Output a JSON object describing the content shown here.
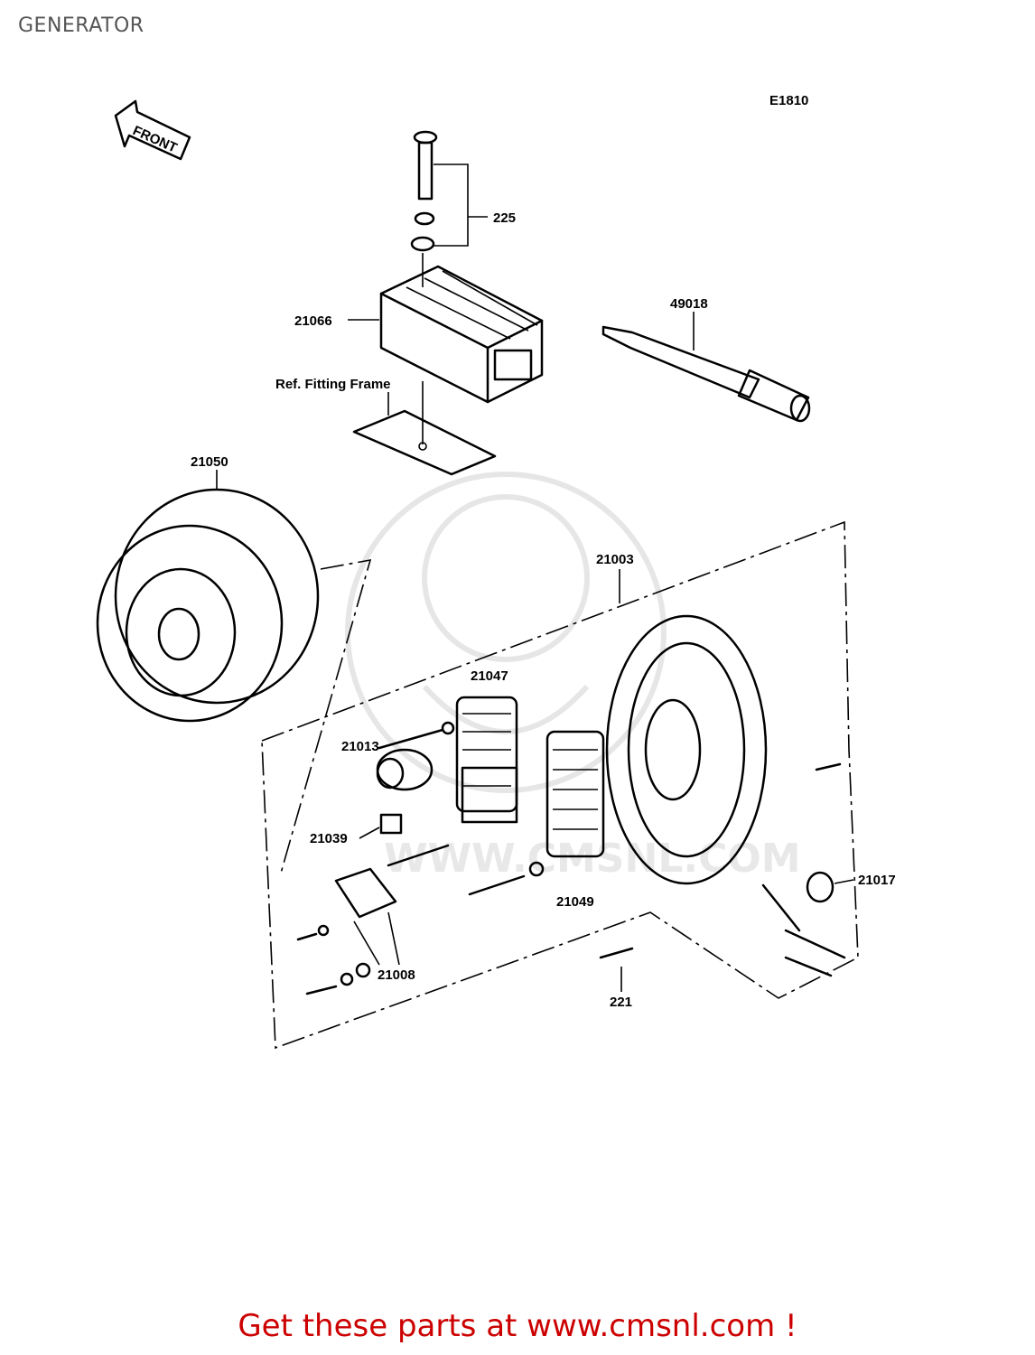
{
  "header": {
    "title": "GENERATOR"
  },
  "diagram": {
    "code": "E1810",
    "front": "FRONT",
    "ref_note": "Ref.  Fitting Frame",
    "watermark": "WWW.CMSNL.COM",
    "parts": {
      "p225": "225",
      "p21066": "21066",
      "p49018": "49018",
      "p21050": "21050",
      "p21003": "21003",
      "p21047": "21047",
      "p21013": "21013",
      "p21039": "21039",
      "p21049": "21049",
      "p21017": "21017",
      "p21008": "21008",
      "p221": "221"
    }
  },
  "footer": {
    "cta": "Get these parts at www.cmsnl.com !"
  }
}
